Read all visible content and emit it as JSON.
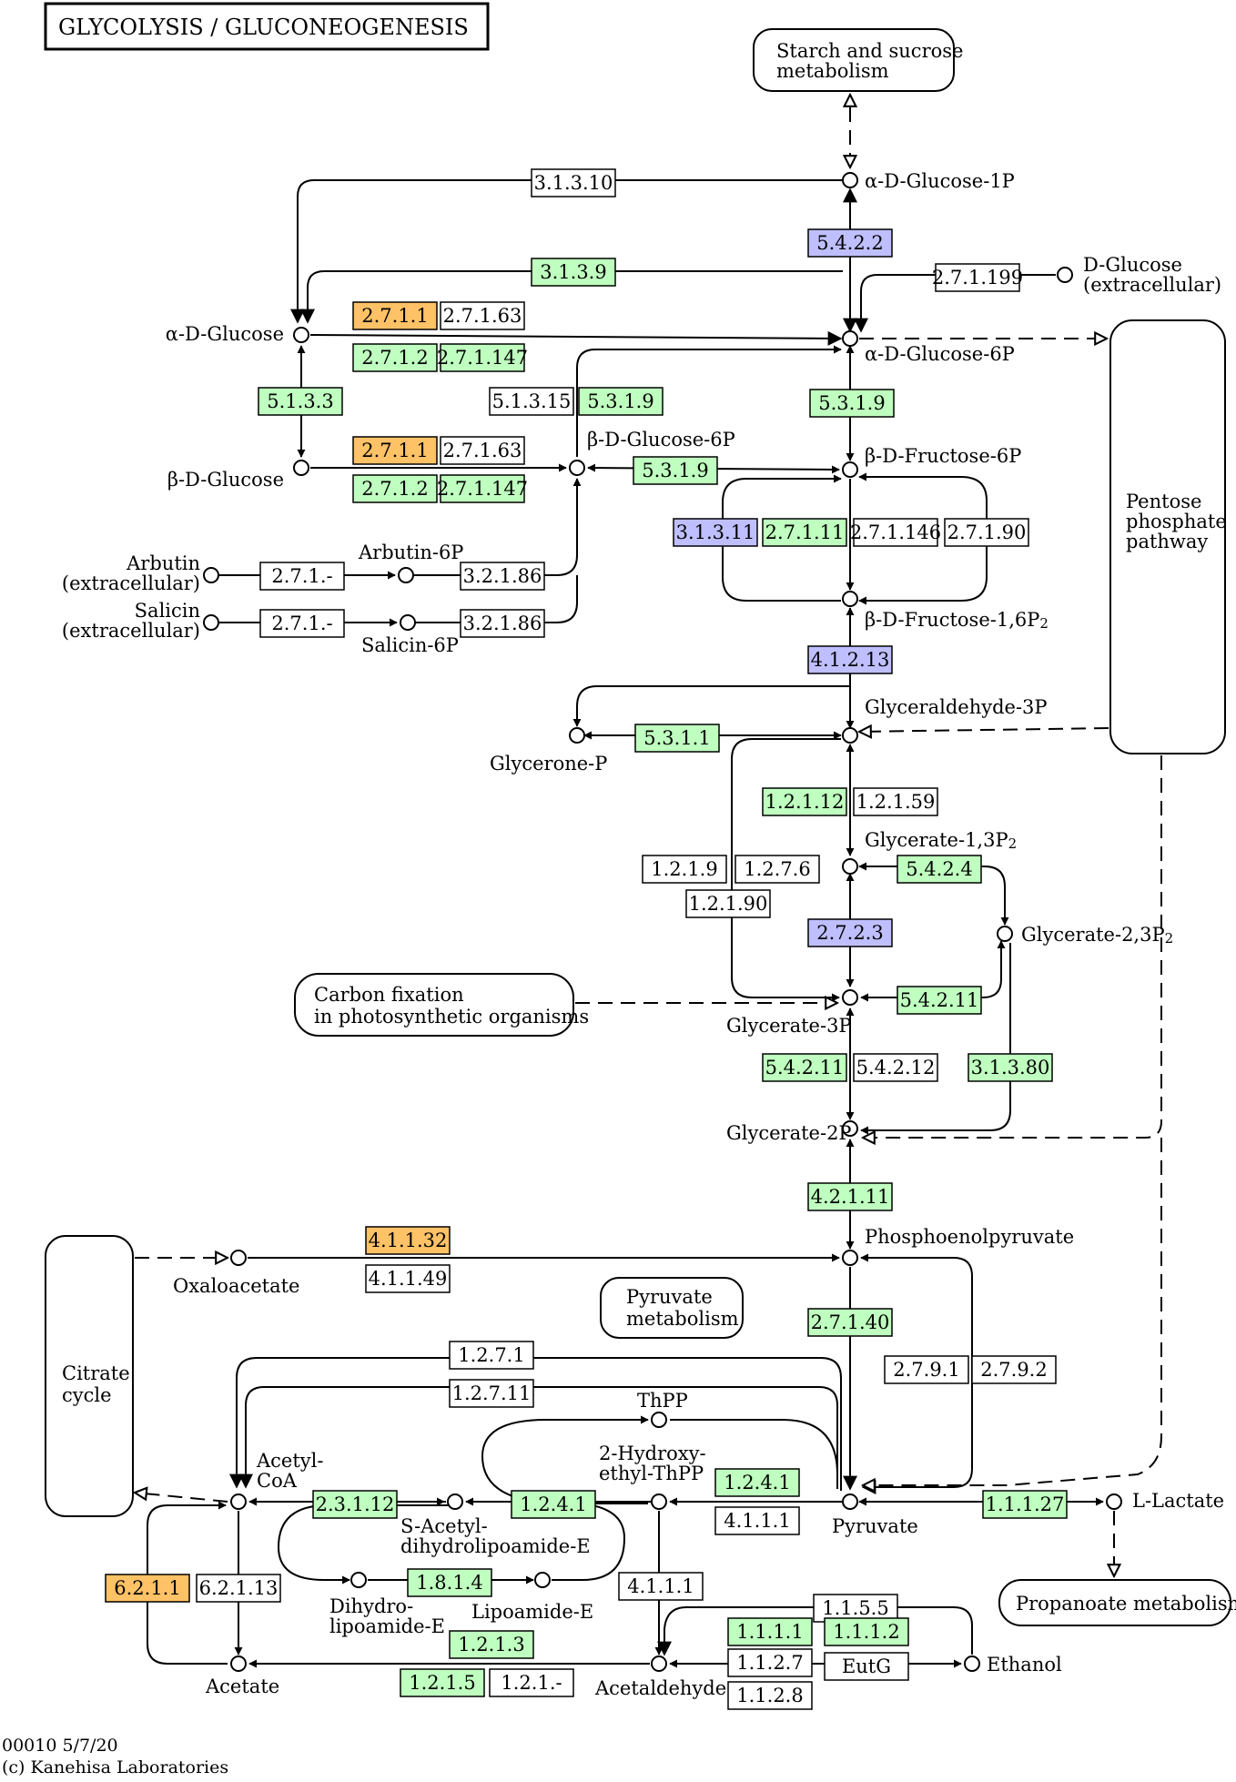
{
  "title": "GLYCOLYSIS / GLUCONEOGENESIS",
  "footer": {
    "map_code": "00010 5/7/20",
    "copyright": "(c) Kanehisa Laboratories"
  },
  "colors": {
    "green": "#bfffbf",
    "purple": "#bfbfff",
    "orange": "#ffc266",
    "white": "#ffffff"
  },
  "maps": {
    "starch": [
      "Starch and sucrose",
      "metabolism"
    ],
    "pentose": [
      "Pentose",
      "phosphate",
      "pathway"
    ],
    "carbon": [
      "Carbon fixation",
      "in photosynthetic organisms"
    ],
    "citrate": [
      "Citrate",
      "cycle"
    ],
    "pyruvate": [
      "Pyruvate",
      "metabolism"
    ],
    "propanoate": [
      "Propanoate metabolism"
    ]
  },
  "compounds": {
    "a_d_glucose_1p": "α-D-Glucose-1P",
    "d_glucose_ext": [
      "D-Glucose",
      "(extracellular)"
    ],
    "a_d_glucose": "α-D-Glucose",
    "a_d_glucose_6p": "α-D-Glucose-6P",
    "b_d_glucose": "β-D-Glucose",
    "b_d_glucose_6p": "β-D-Glucose-6P",
    "b_d_fructose_6p": "β-D-Fructose-6P",
    "arbutin": [
      "Arbutin",
      "(extracellular)"
    ],
    "arbutin_6p": "Arbutin-6P",
    "salicin": [
      "Salicin",
      "(extracellular)"
    ],
    "salicin_6p": "Salicin-6P",
    "b_d_fructose_16p2": "β-D-Fructose-1,6P",
    "b_d_fructose_16p2_sub": "2",
    "glyceraldehyde_3p": "Glyceraldehyde-3P",
    "glycerone_p": "Glycerone-P",
    "glycerate_13p2": "Glycerate-1,3P",
    "glycerate_13p2_sub": "2",
    "glycerate_23p2": "Glycerate-2,3P",
    "glycerate_23p2_sub": "2",
    "glycerate_3p": "Glycerate-3P",
    "glycerate_2p": "Glycerate-2P",
    "phosphoenolpyruvate": "Phosphoenolpyruvate",
    "oxaloacetate": "Oxaloacetate",
    "thpp": "ThPP",
    "hydroxyethyl_thpp": [
      "2-Hydroxy-",
      "ethyl-ThPP"
    ],
    "acetyl_coa": [
      "Acetyl-",
      "CoA"
    ],
    "s_acetyl": [
      "S-Acetyl-",
      "dihydrolipoamide-E"
    ],
    "dihydrolipoamide": [
      "Dihydro-",
      "lipoamide-E"
    ],
    "lipoamide": "Lipoamide-E",
    "pyruvate": "Pyruvate",
    "l_lactate": "L-Lactate",
    "acetate": "Acetate",
    "acetaldehyde": "Acetaldehyde",
    "ethanol": "Ethanol"
  },
  "enzymes": [
    {
      "label": "3.1.3.10",
      "color": "white"
    },
    {
      "label": "5.4.2.2",
      "color": "purple"
    },
    {
      "label": "3.1.3.9",
      "color": "green"
    },
    {
      "label": "2.7.1.199",
      "color": "white"
    },
    {
      "label": "2.7.1.1",
      "color": "orange"
    },
    {
      "label": "2.7.1.63",
      "color": "white"
    },
    {
      "label": "2.7.1.2",
      "color": "green"
    },
    {
      "label": "2.7.1.147",
      "color": "green"
    },
    {
      "label": "5.1.3.3",
      "color": "green"
    },
    {
      "label": "5.1.3.15",
      "color": "white"
    },
    {
      "label": "5.3.1.9",
      "color": "green"
    },
    {
      "label": "5.3.1.9",
      "color": "green"
    },
    {
      "label": "2.7.1.1",
      "color": "orange"
    },
    {
      "label": "2.7.1.63",
      "color": "white"
    },
    {
      "label": "2.7.1.2",
      "color": "green"
    },
    {
      "label": "2.7.1.147",
      "color": "green"
    },
    {
      "label": "5.3.1.9",
      "color": "green"
    },
    {
      "label": "3.1.3.11",
      "color": "purple"
    },
    {
      "label": "2.7.1.11",
      "color": "green"
    },
    {
      "label": "2.7.1.146",
      "color": "white"
    },
    {
      "label": "2.7.1.90",
      "color": "white"
    },
    {
      "label": "2.7.1.-",
      "color": "white"
    },
    {
      "label": "3.2.1.86",
      "color": "white"
    },
    {
      "label": "2.7.1.-",
      "color": "white"
    },
    {
      "label": "3.2.1.86",
      "color": "white"
    },
    {
      "label": "4.1.2.13",
      "color": "purple"
    },
    {
      "label": "5.3.1.1",
      "color": "green"
    },
    {
      "label": "1.2.1.12",
      "color": "green"
    },
    {
      "label": "1.2.1.59",
      "color": "white"
    },
    {
      "label": "1.2.1.9",
      "color": "white"
    },
    {
      "label": "1.2.7.6",
      "color": "white"
    },
    {
      "label": "5.4.2.4",
      "color": "green"
    },
    {
      "label": "1.2.1.90",
      "color": "white"
    },
    {
      "label": "2.7.2.3",
      "color": "purple"
    },
    {
      "label": "5.4.2.11",
      "color": "green"
    },
    {
      "label": "5.4.2.11",
      "color": "green"
    },
    {
      "label": "5.4.2.12",
      "color": "white"
    },
    {
      "label": "3.1.3.80",
      "color": "green"
    },
    {
      "label": "4.2.1.11",
      "color": "green"
    },
    {
      "label": "4.1.1.32",
      "color": "orange"
    },
    {
      "label": "4.1.1.49",
      "color": "white"
    },
    {
      "label": "2.7.1.40",
      "color": "green"
    },
    {
      "label": "1.2.7.1",
      "color": "white"
    },
    {
      "label": "1.2.7.11",
      "color": "white"
    },
    {
      "label": "2.7.9.1",
      "color": "white"
    },
    {
      "label": "2.7.9.2",
      "color": "white"
    },
    {
      "label": "2.3.1.12",
      "color": "green"
    },
    {
      "label": "1.2.4.1",
      "color": "green"
    },
    {
      "label": "1.2.4.1",
      "color": "green"
    },
    {
      "label": "4.1.1.1",
      "color": "white"
    },
    {
      "label": "1.1.1.27",
      "color": "green"
    },
    {
      "label": "1.8.1.4",
      "color": "green"
    },
    {
      "label": "6.2.1.1",
      "color": "orange"
    },
    {
      "label": "6.2.1.13",
      "color": "white"
    },
    {
      "label": "4.1.1.1",
      "color": "white"
    },
    {
      "label": "1.1.5.5",
      "color": "white"
    },
    {
      "label": "1.2.1.3",
      "color": "green"
    },
    {
      "label": "1.1.1.1",
      "color": "green"
    },
    {
      "label": "1.1.1.2",
      "color": "green"
    },
    {
      "label": "1.2.1.5",
      "color": "green"
    },
    {
      "label": "1.2.1.-",
      "color": "white"
    },
    {
      "label": "1.1.2.7",
      "color": "white"
    },
    {
      "label": "EutG",
      "color": "white"
    },
    {
      "label": "1.1.2.8",
      "color": "white"
    }
  ]
}
